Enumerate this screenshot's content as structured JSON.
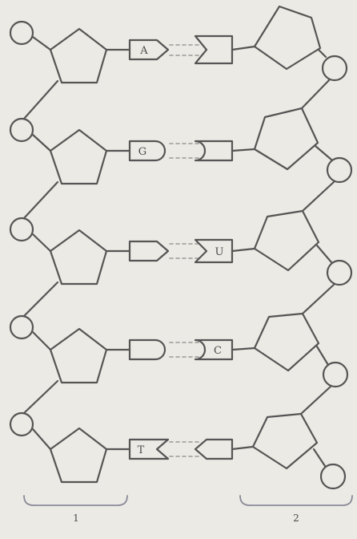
{
  "diagram": {
    "left_strand_label": "1",
    "right_strand_label": "2",
    "pairs": [
      {
        "left_base": "A",
        "right_base": ""
      },
      {
        "left_base": "G",
        "right_base": ""
      },
      {
        "left_base": "",
        "right_base": "U"
      },
      {
        "left_base": "",
        "right_base": "C"
      },
      {
        "left_base": "T",
        "right_base": ""
      }
    ]
  },
  "colors": {
    "line": "#555555",
    "background": "#eceae4",
    "hbond": "#9a9a9a"
  }
}
